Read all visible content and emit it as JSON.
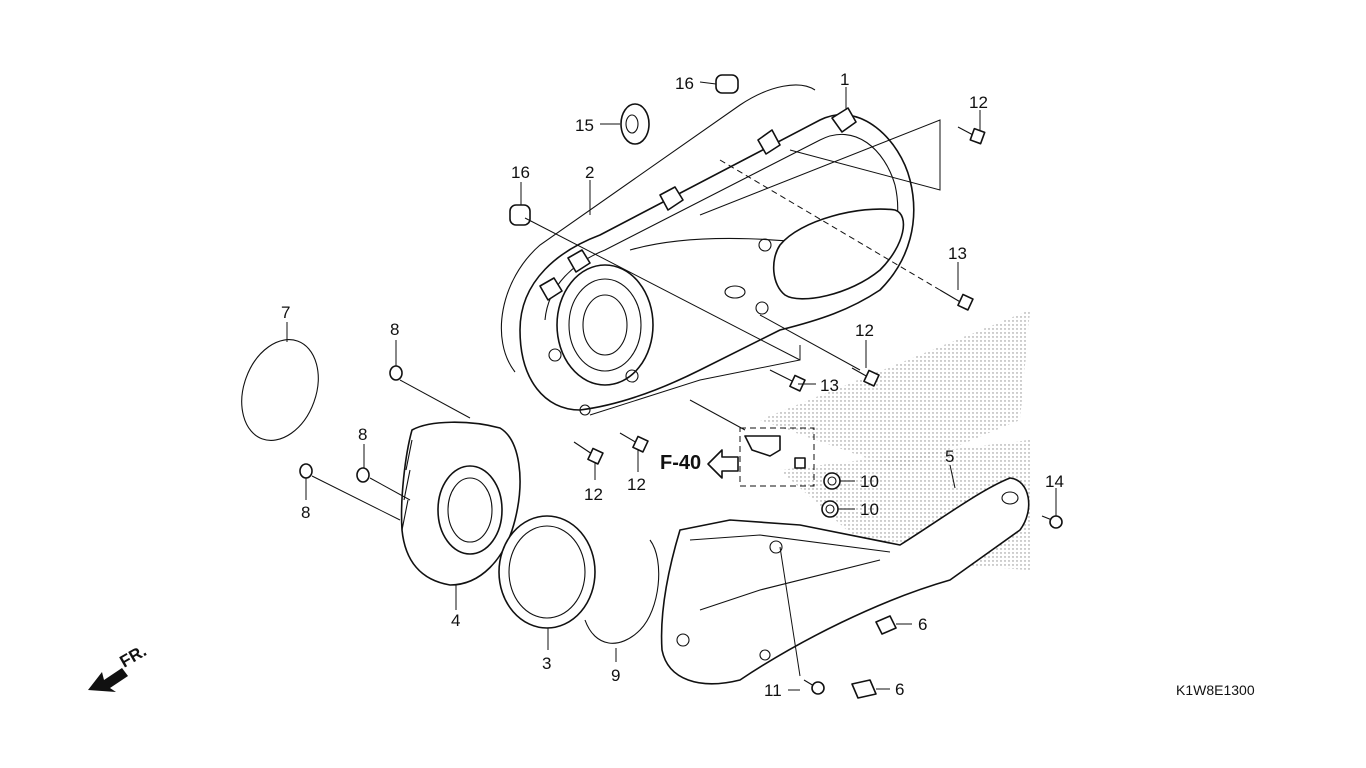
{
  "diagram": {
    "drawing_code": "K1W8E1300",
    "reference": "F-40",
    "direction_label": "FR.",
    "callouts": [
      {
        "id": "c1",
        "label": "1"
      },
      {
        "id": "c2",
        "label": "2"
      },
      {
        "id": "c3",
        "label": "3"
      },
      {
        "id": "c4",
        "label": "4"
      },
      {
        "id": "c5",
        "label": "5"
      },
      {
        "id": "c6a",
        "label": "6"
      },
      {
        "id": "c6b",
        "label": "6"
      },
      {
        "id": "c7",
        "label": "7"
      },
      {
        "id": "c8a",
        "label": "8"
      },
      {
        "id": "c8b",
        "label": "8"
      },
      {
        "id": "c8c",
        "label": "8"
      },
      {
        "id": "c9",
        "label": "9"
      },
      {
        "id": "c10a",
        "label": "10"
      },
      {
        "id": "c10b",
        "label": "10"
      },
      {
        "id": "c11",
        "label": "11"
      },
      {
        "id": "c12a",
        "label": "12"
      },
      {
        "id": "c12b",
        "label": "12"
      },
      {
        "id": "c12c",
        "label": "12"
      },
      {
        "id": "c12d",
        "label": "12"
      },
      {
        "id": "c13a",
        "label": "13"
      },
      {
        "id": "c13b",
        "label": "13"
      },
      {
        "id": "c14",
        "label": "14"
      },
      {
        "id": "c15",
        "label": "15"
      },
      {
        "id": "c16a",
        "label": "16"
      },
      {
        "id": "c16b",
        "label": "16"
      }
    ]
  }
}
